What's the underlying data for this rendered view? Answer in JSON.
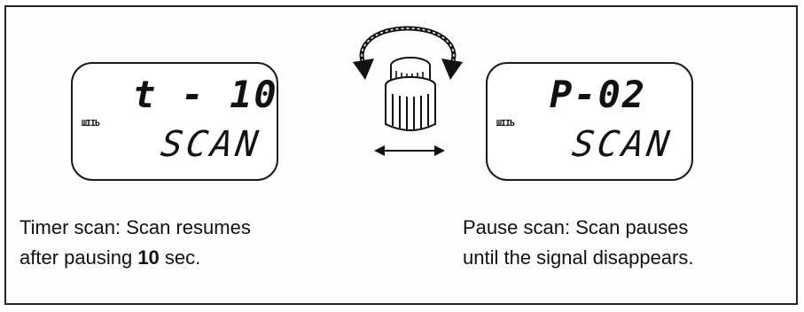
{
  "left_display": {
    "signal_indicator": "ШІІЬ",
    "top_text": "t - 10",
    "bottom_text": "SCAN"
  },
  "right_display": {
    "signal_indicator": "ШІІЬ",
    "top_text": "P-02",
    "bottom_text": "SCAN"
  },
  "captions": {
    "left_line1": "Timer scan: Scan resumes",
    "left_line2_pre": "after pausing ",
    "left_line2_num": "10",
    "left_line2_post": " sec.",
    "right_line1": "Pause scan: Scan pauses",
    "right_line2": "until the signal disappears."
  },
  "icons": {
    "knob": "rotary-dial-knob",
    "rotate_arrow": "curved-rotate-arrow",
    "switch_arrow": "double-headed-arrow"
  }
}
